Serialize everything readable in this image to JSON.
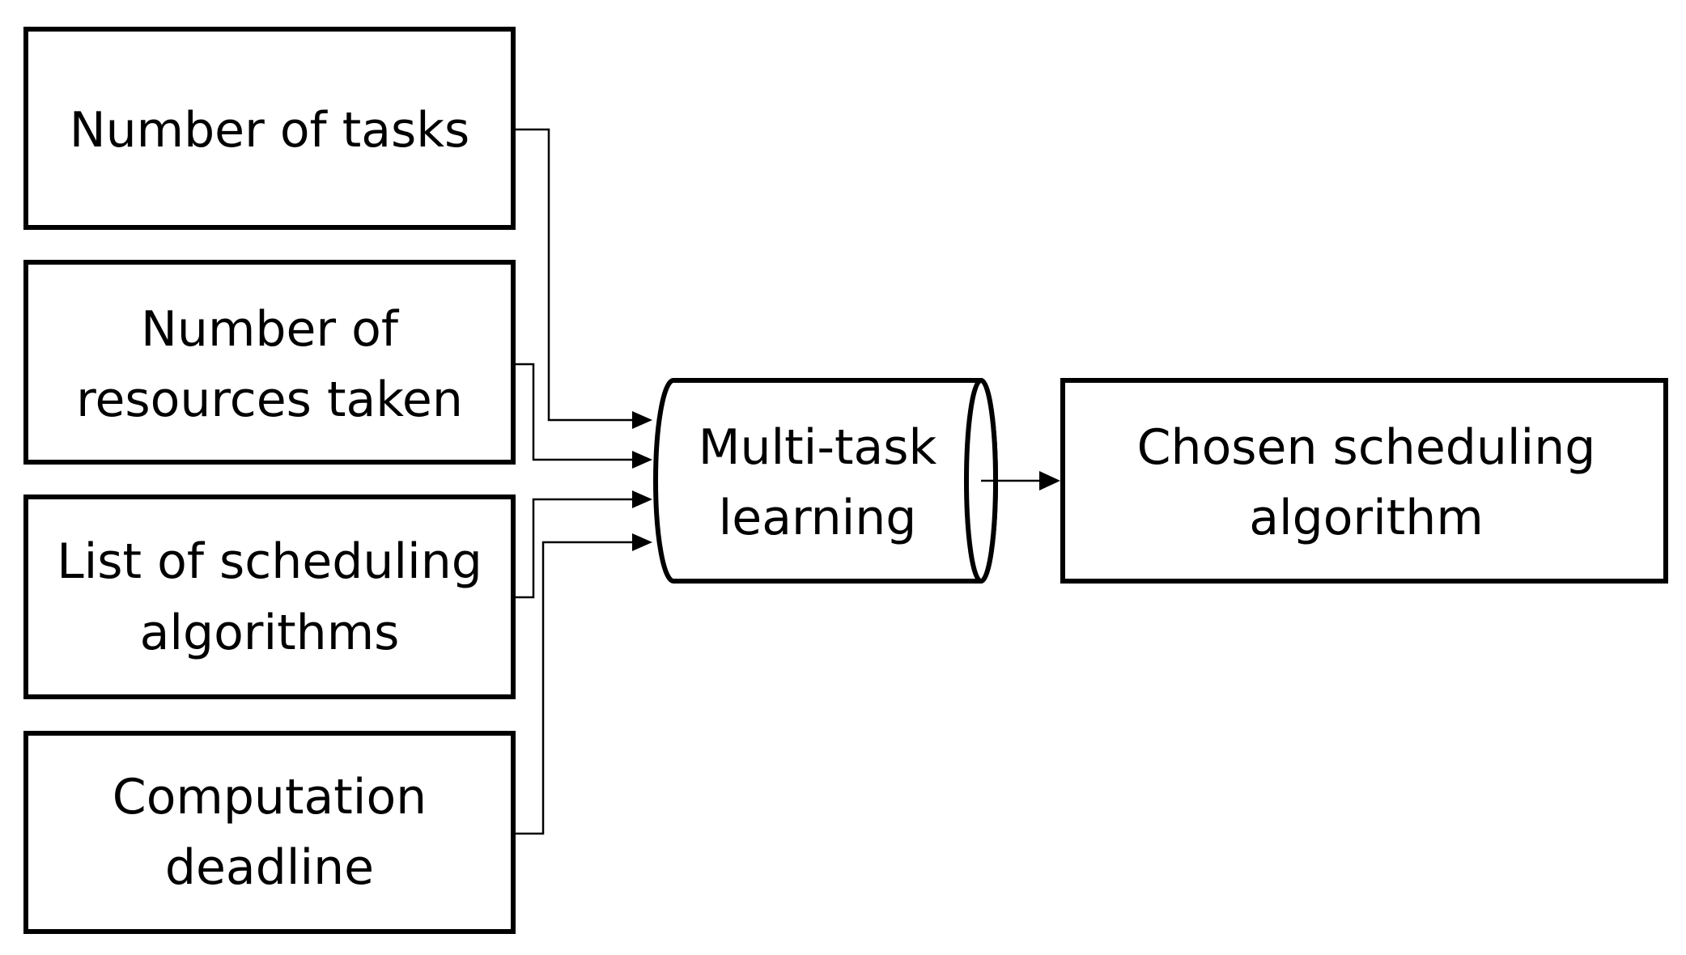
{
  "inputs": {
    "tasks": {
      "lines": [
        "Number of tasks"
      ]
    },
    "resources": {
      "lines": [
        "Number of",
        "resources taken"
      ]
    },
    "algorithms": {
      "lines": [
        "List of scheduling",
        "algorithms"
      ]
    },
    "deadline": {
      "lines": [
        "Computation",
        "deadline"
      ]
    }
  },
  "center": {
    "lines": [
      "Multi-task",
      "learning"
    ]
  },
  "output": {
    "lines": [
      "Chosen scheduling",
      "algorithm"
    ]
  },
  "colors": {
    "stroke": "#000000",
    "fill": "#ffffff"
  }
}
